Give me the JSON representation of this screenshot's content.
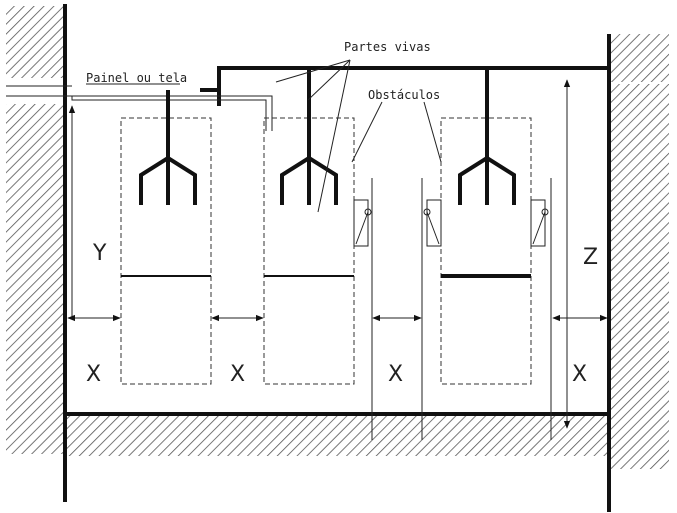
{
  "labels": {
    "panel": "Painel ou tela",
    "live_parts": "Partes vivas",
    "obstacles": "Obstáculos",
    "y": "Y",
    "z": "Z",
    "x1": "X",
    "x2": "X",
    "x3": "X",
    "x4": "X"
  },
  "colors": {
    "line": "#111111",
    "hatch": "#555555",
    "background": "#ffffff"
  }
}
